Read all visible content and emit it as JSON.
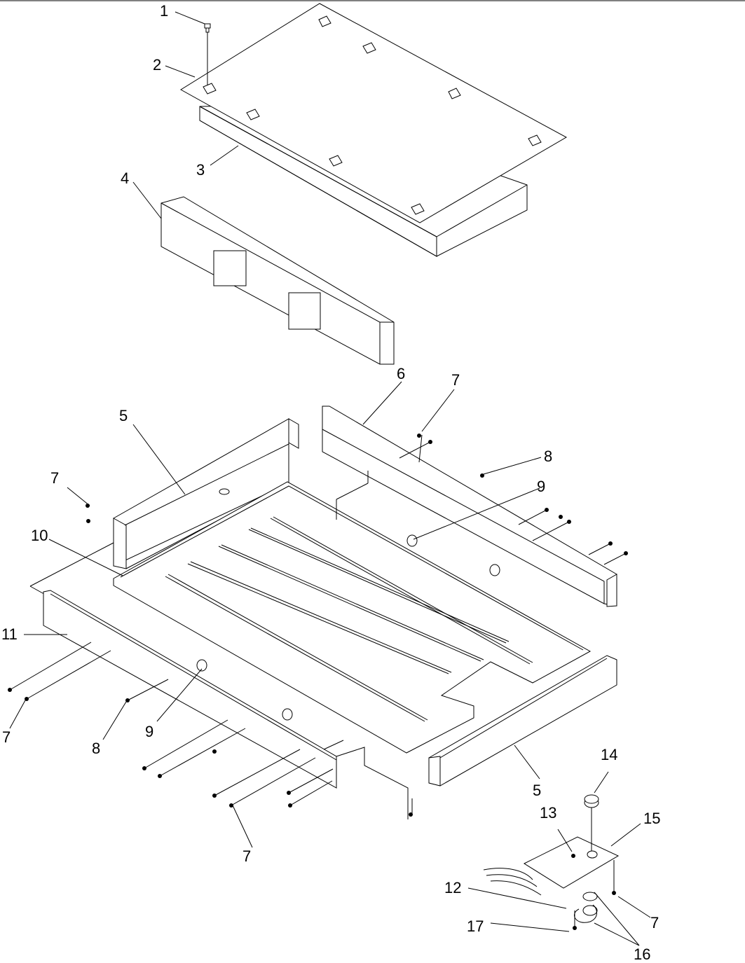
{
  "labels": [
    {
      "id": "1",
      "text": "1"
    },
    {
      "id": "2",
      "text": "2"
    },
    {
      "id": "3",
      "text": "3"
    },
    {
      "id": "4",
      "text": "4"
    },
    {
      "id": "5a",
      "text": "5"
    },
    {
      "id": "6",
      "text": "6"
    },
    {
      "id": "7a",
      "text": "7"
    },
    {
      "id": "7b",
      "text": "7"
    },
    {
      "id": "8a",
      "text": "8"
    },
    {
      "id": "9a",
      "text": "9"
    },
    {
      "id": "10",
      "text": "10"
    },
    {
      "id": "11",
      "text": "11"
    },
    {
      "id": "7c",
      "text": "7"
    },
    {
      "id": "8b",
      "text": "8"
    },
    {
      "id": "9b",
      "text": "9"
    },
    {
      "id": "5b",
      "text": "5"
    },
    {
      "id": "14",
      "text": "14"
    },
    {
      "id": "13",
      "text": "13"
    },
    {
      "id": "15",
      "text": "15"
    },
    {
      "id": "7d",
      "text": "7"
    },
    {
      "id": "12",
      "text": "12"
    },
    {
      "id": "7e",
      "text": "7"
    },
    {
      "id": "17",
      "text": "17"
    },
    {
      "id": "16",
      "text": "16"
    }
  ]
}
